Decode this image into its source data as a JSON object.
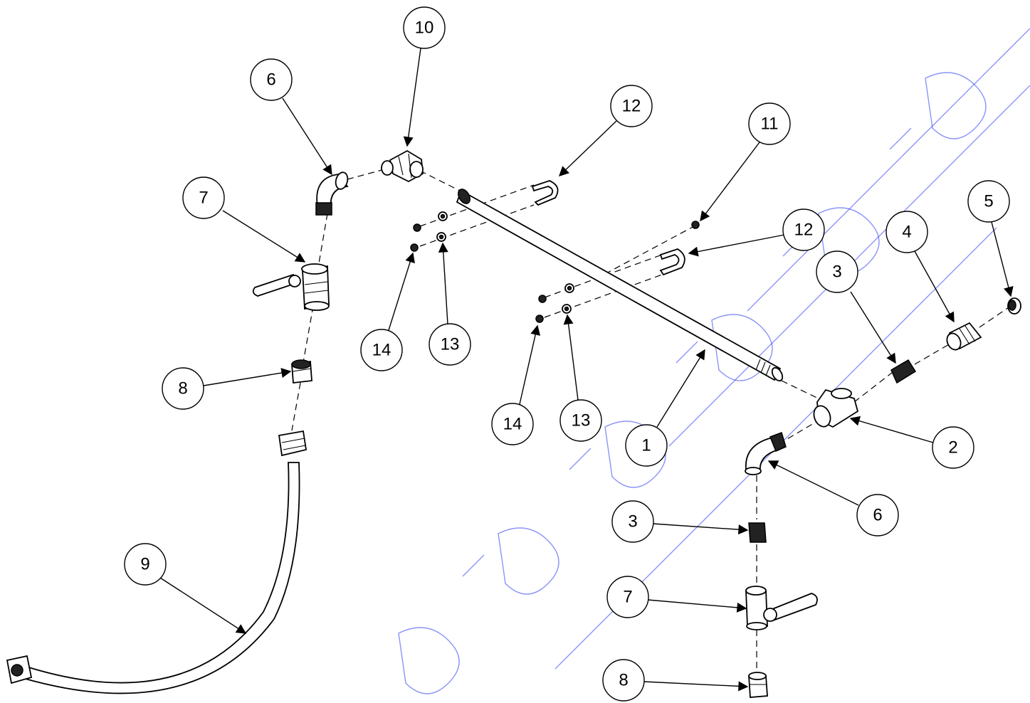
{
  "diagram": {
    "callouts": [
      {
        "id": "c10",
        "label": "10"
      },
      {
        "id": "c6a",
        "label": "6"
      },
      {
        "id": "c12a",
        "label": "12"
      },
      {
        "id": "c11",
        "label": "11"
      },
      {
        "id": "c7a",
        "label": "7"
      },
      {
        "id": "c12b",
        "label": "12"
      },
      {
        "id": "c5",
        "label": "5"
      },
      {
        "id": "c4",
        "label": "4"
      },
      {
        "id": "c3a",
        "label": "3"
      },
      {
        "id": "c14a",
        "label": "14"
      },
      {
        "id": "c13a",
        "label": "13"
      },
      {
        "id": "c8a",
        "label": "8"
      },
      {
        "id": "c14b",
        "label": "14"
      },
      {
        "id": "c13b",
        "label": "13"
      },
      {
        "id": "c1",
        "label": "1"
      },
      {
        "id": "c2",
        "label": "2"
      },
      {
        "id": "c6b",
        "label": "6"
      },
      {
        "id": "c3b",
        "label": "3"
      },
      {
        "id": "c9",
        "label": "9"
      },
      {
        "id": "c7b",
        "label": "7"
      },
      {
        "id": "c8b",
        "label": "8"
      }
    ]
  },
  "colors": {
    "line": "#000000",
    "background": "#ffffff",
    "watermark": "#2e3cf0"
  }
}
